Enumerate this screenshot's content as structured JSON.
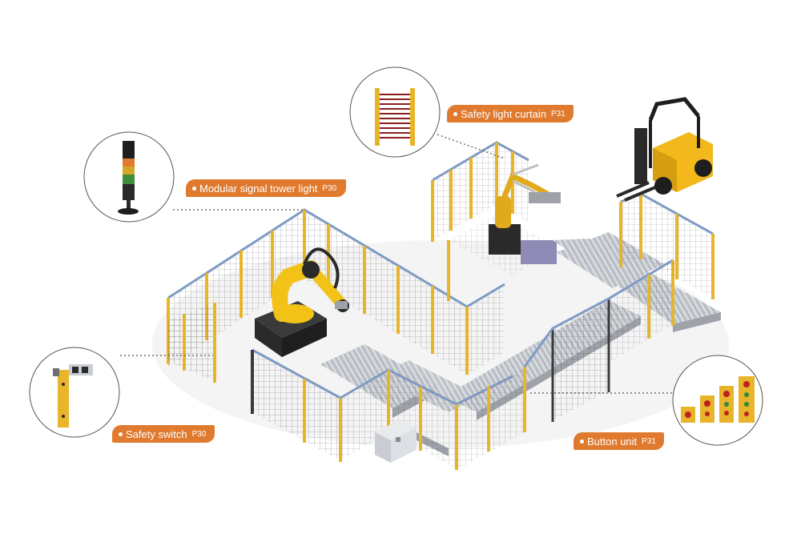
{
  "callouts": {
    "signal_tower": {
      "name": "Modular signal tower light",
      "page": "P30"
    },
    "light_curtain": {
      "name": "Safety light curtain",
      "page": "P31"
    },
    "safety_switch": {
      "name": "Safety switch",
      "page": "P30"
    },
    "button_unit": {
      "name": "Button unit",
      "page": "P31"
    }
  },
  "colors": {
    "accent": "#e07a2e",
    "fence_post": "#e8b52a",
    "fence_rail": "#7f9bc4",
    "mesh": "#3a3a3a",
    "robot": "#f2c316",
    "conveyor": "#c9ccd1",
    "forklift": "#f2b81c"
  },
  "icons": [
    "signal-tower-icon",
    "light-curtain-icon",
    "safety-switch-icon",
    "button-unit-icon",
    "robot-arm-icon",
    "forklift-icon",
    "conveyor-icon",
    "control-cabinet-icon"
  ]
}
